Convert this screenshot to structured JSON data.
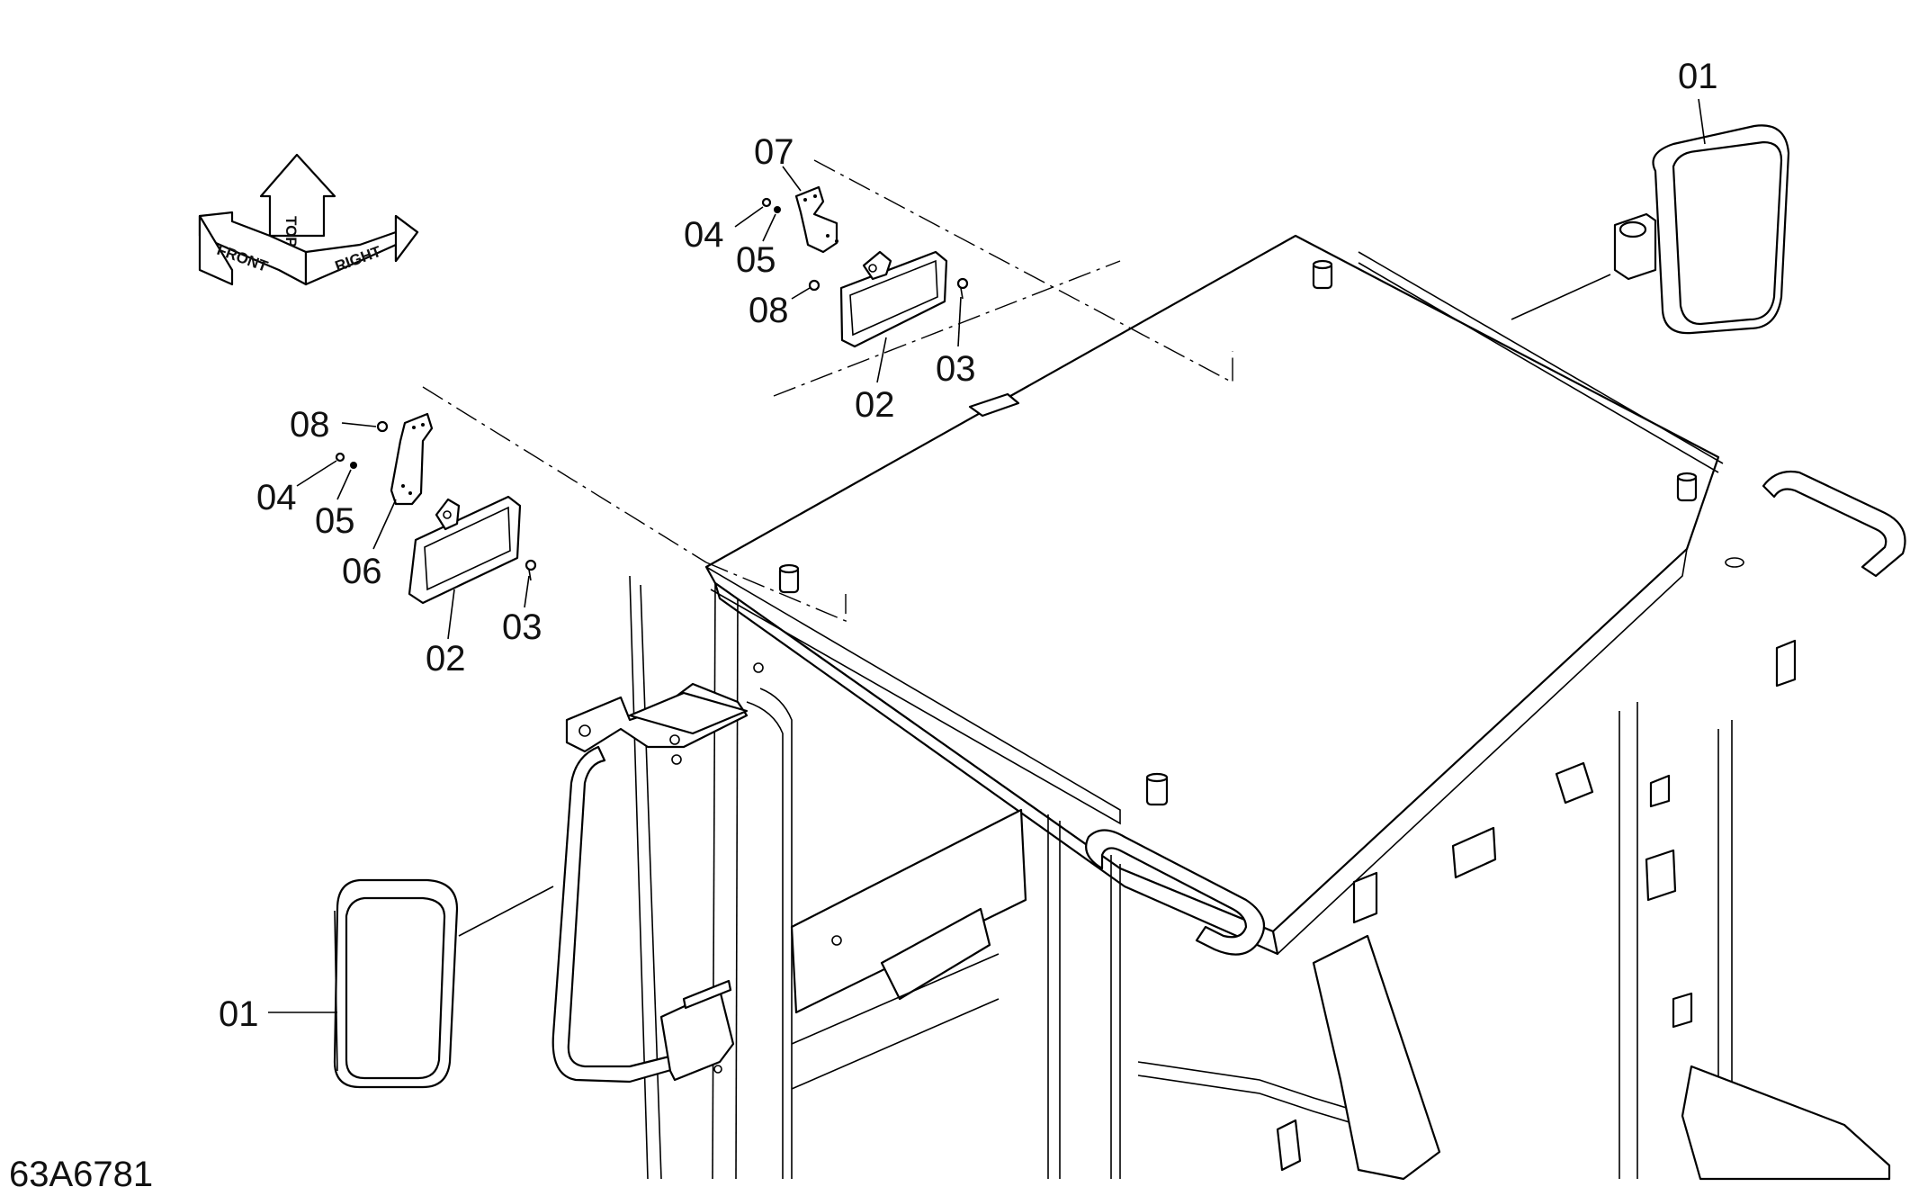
{
  "orientation_indicator": {
    "front_label": "FRONT",
    "top_label": "TOP",
    "right_label": "RIGHT"
  },
  "callouts": [
    {
      "id": "01",
      "label": "01",
      "part": "right-mirror"
    },
    {
      "id": "01",
      "label": "01",
      "part": "left-mirror"
    },
    {
      "id": "02",
      "label": "02",
      "part": "upper-inner-mirror"
    },
    {
      "id": "02",
      "label": "02",
      "part": "lower-inner-mirror"
    },
    {
      "id": "03",
      "label": "03",
      "part": "upper-screw"
    },
    {
      "id": "03",
      "label": "03",
      "part": "lower-screw"
    },
    {
      "id": "04",
      "label": "04",
      "part": "upper-nut"
    },
    {
      "id": "04",
      "label": "04",
      "part": "lower-nut"
    },
    {
      "id": "05",
      "label": "05",
      "part": "upper-washer"
    },
    {
      "id": "05",
      "label": "05",
      "part": "lower-washer"
    },
    {
      "id": "06",
      "label": "06",
      "part": "lower-bracket"
    },
    {
      "id": "07",
      "label": "07",
      "part": "upper-bracket"
    },
    {
      "id": "08",
      "label": "08",
      "part": "upper-bolt"
    },
    {
      "id": "08",
      "label": "08",
      "part": "lower-bolt"
    }
  ],
  "drawing_id": "63A6781"
}
